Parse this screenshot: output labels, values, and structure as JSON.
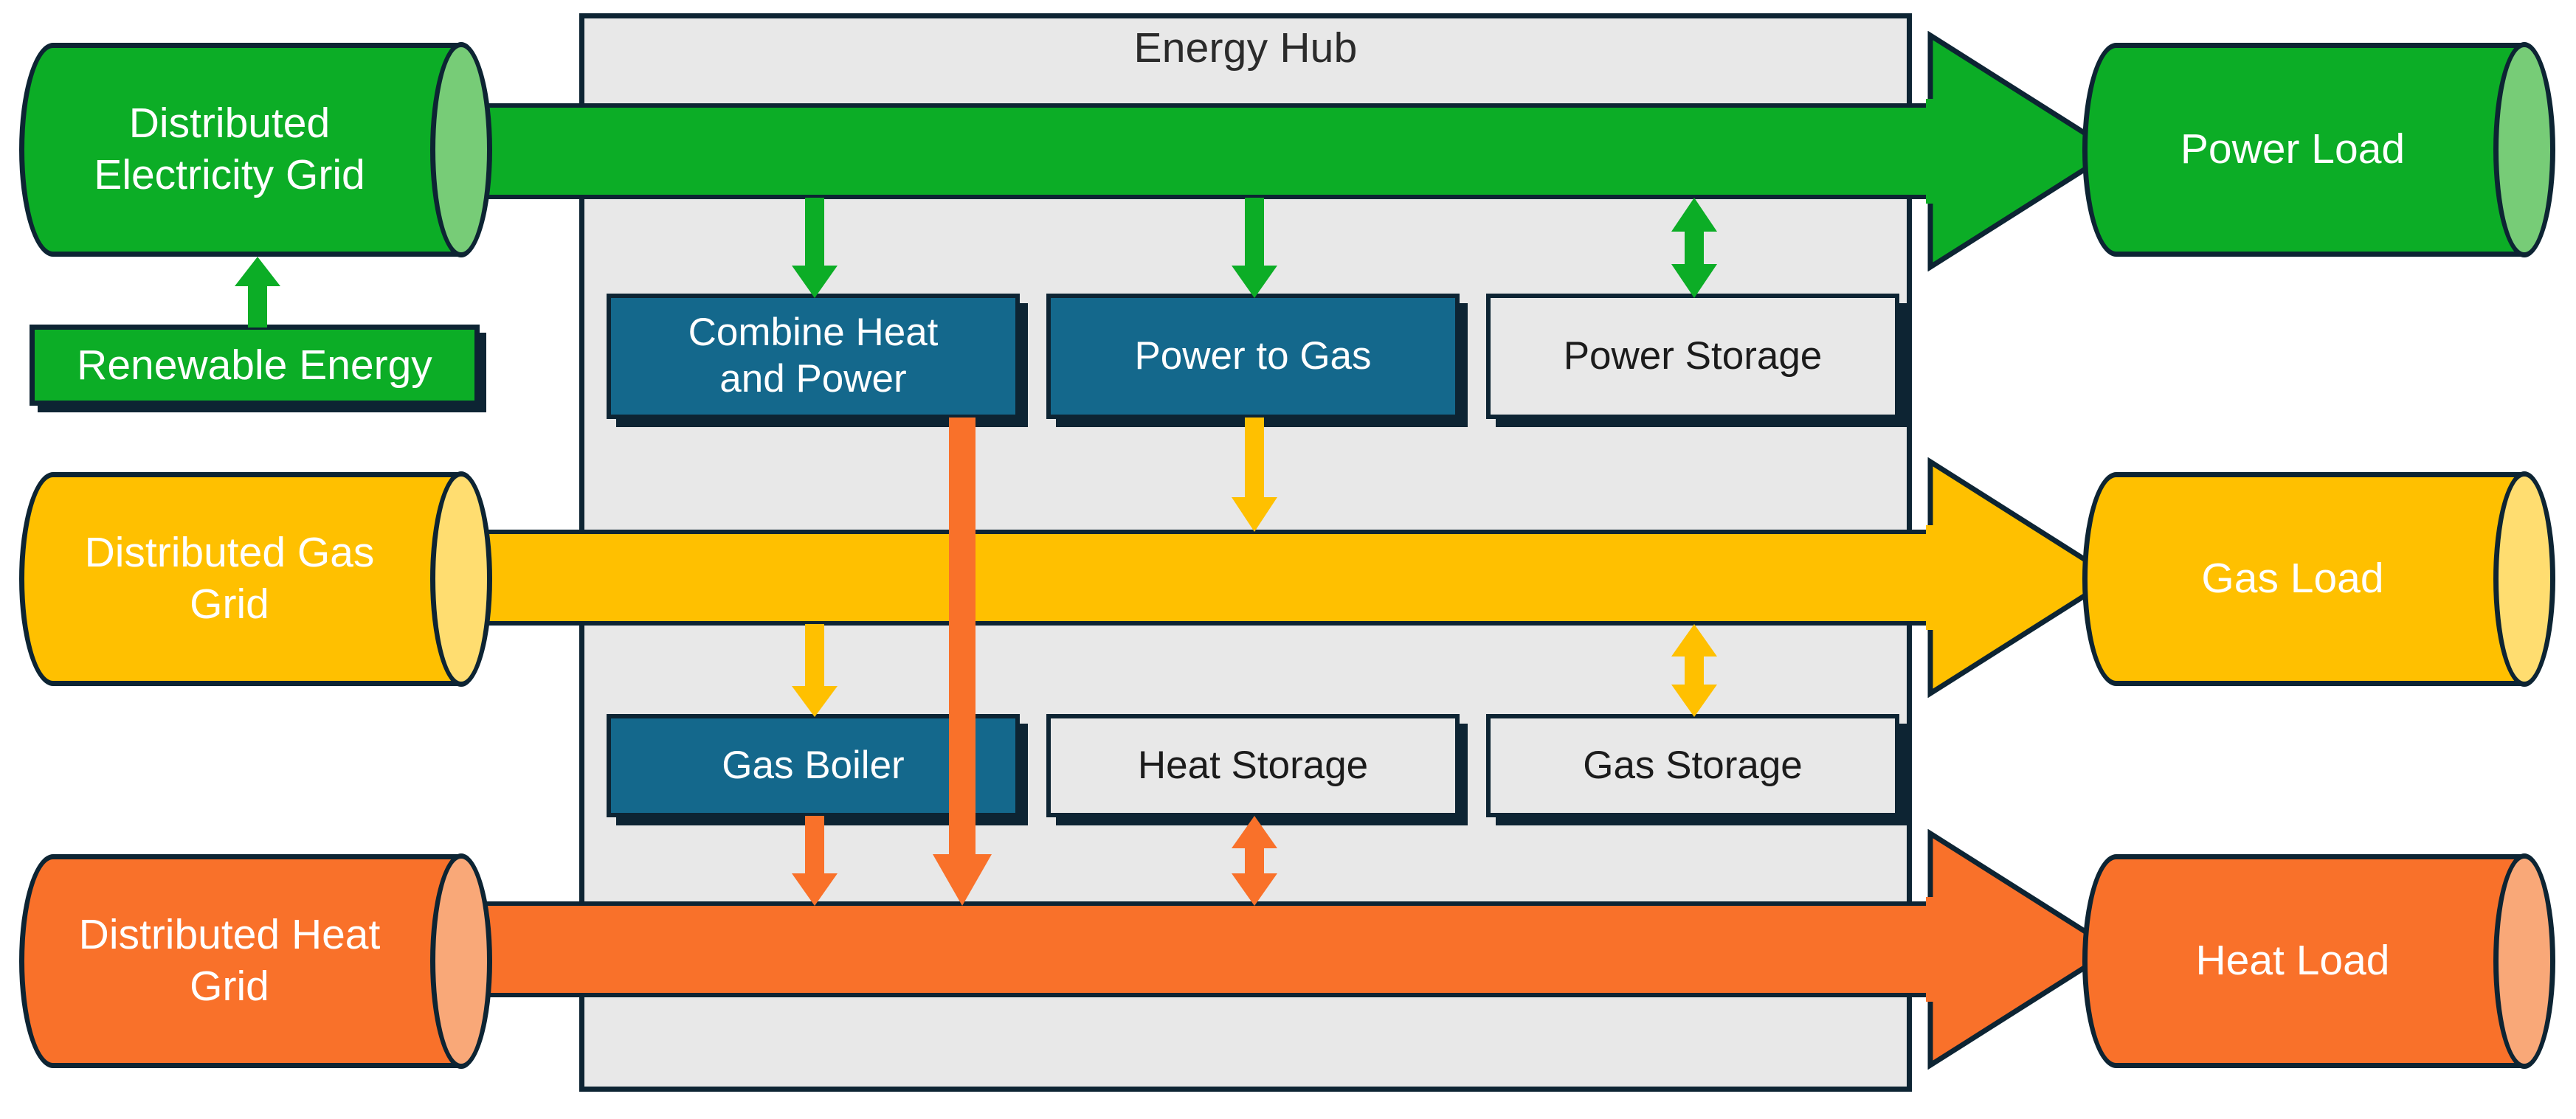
{
  "diagram": {
    "title": "Energy Hub multi-carrier system diagram",
    "hub": {
      "title": "Energy Hub"
    },
    "colors": {
      "power": "#0cad26",
      "power_cap": "#77cc77",
      "gas": "#ffc000",
      "gas_cap": "#ffdd70",
      "heat": "#f9712a",
      "heat_cap": "#f9a878",
      "tech_blue": "#14688c",
      "storage_light": "#e8e8e8",
      "outline": "#0d2433",
      "hub_fill": "#e8e8e8"
    },
    "sources": [
      {
        "id": "power-grid",
        "label": "Distributed\nElectricity Grid",
        "carrier": "power"
      },
      {
        "id": "gas-grid",
        "label": "Distributed Gas\nGrid",
        "carrier": "gas"
      },
      {
        "id": "heat-grid",
        "label": "Distributed Heat\nGrid",
        "carrier": "heat"
      }
    ],
    "source_labels": {
      "power_line1": "Distributed",
      "power_line2": "Electricity Grid",
      "gas_line1": "Distributed Gas",
      "gas_line2": "Grid",
      "heat_line1": "Distributed Heat",
      "heat_line2": "Grid"
    },
    "renewable": {
      "label": "Renewable Energy",
      "carrier": "power"
    },
    "loads": [
      {
        "id": "power-load",
        "label": "Power Load",
        "carrier": "power"
      },
      {
        "id": "gas-load",
        "label": "Gas Load",
        "carrier": "gas"
      },
      {
        "id": "heat-load",
        "label": "Heat Load",
        "carrier": "heat"
      }
    ],
    "load_labels": {
      "power": "Power Load",
      "gas": "Gas Load",
      "heat": "Heat Load"
    },
    "technologies": [
      {
        "id": "chp",
        "label_line1": "Combine Heat",
        "label_line2": "and Power",
        "style": "blue"
      },
      {
        "id": "power-to-gas",
        "label": "Power to Gas",
        "style": "blue"
      },
      {
        "id": "power-storage",
        "label": "Power Storage",
        "style": "light"
      },
      {
        "id": "gas-boiler",
        "label": "Gas Boiler",
        "style": "blue"
      },
      {
        "id": "heat-storage",
        "label": "Heat Storage",
        "style": "light"
      },
      {
        "id": "gas-storage",
        "label": "Gas Storage",
        "style": "light"
      }
    ],
    "tech_labels": {
      "chp_line1": "Combine Heat",
      "chp_line2": "and Power",
      "power_to_gas": "Power to Gas",
      "power_storage": "Power Storage",
      "gas_boiler": "Gas Boiler",
      "heat_storage": "Heat Storage",
      "gas_storage": "Gas Storage"
    },
    "flows": [
      {
        "id": "power-band",
        "from": "power-grid",
        "to": "power-load",
        "carrier": "power",
        "direction": "right"
      },
      {
        "id": "gas-band",
        "from": "gas-grid",
        "to": "gas-load",
        "carrier": "gas",
        "direction": "right"
      },
      {
        "id": "heat-band",
        "from": "heat-grid",
        "to": "heat-load",
        "carrier": "heat",
        "direction": "right"
      },
      {
        "id": "renewable-to-power-grid",
        "from": "renewable",
        "to": "power-grid",
        "carrier": "power",
        "direction": "up"
      },
      {
        "id": "power-to-chp",
        "from": "power-band",
        "to": "chp",
        "carrier": "power",
        "direction": "down"
      },
      {
        "id": "power-to-p2g",
        "from": "power-band",
        "to": "power-to-gas",
        "carrier": "power",
        "direction": "down"
      },
      {
        "id": "power-storage-link",
        "from": "power-band",
        "to": "power-storage",
        "carrier": "power",
        "direction": "both"
      },
      {
        "id": "p2g-to-gas",
        "from": "power-to-gas",
        "to": "gas-band",
        "carrier": "gas",
        "direction": "down"
      },
      {
        "id": "gas-to-boiler",
        "from": "gas-band",
        "to": "gas-boiler",
        "carrier": "gas",
        "direction": "down"
      },
      {
        "id": "gas-storage-link",
        "from": "gas-band",
        "to": "gas-storage",
        "carrier": "gas",
        "direction": "both"
      },
      {
        "id": "boiler-to-heat",
        "from": "gas-boiler",
        "to": "heat-band",
        "carrier": "heat",
        "direction": "down"
      },
      {
        "id": "chp-to-heat",
        "from": "chp",
        "to": "heat-band",
        "carrier": "heat",
        "direction": "down"
      },
      {
        "id": "heat-storage-link",
        "from": "heat-band",
        "to": "heat-storage",
        "carrier": "heat",
        "direction": "both"
      }
    ]
  }
}
